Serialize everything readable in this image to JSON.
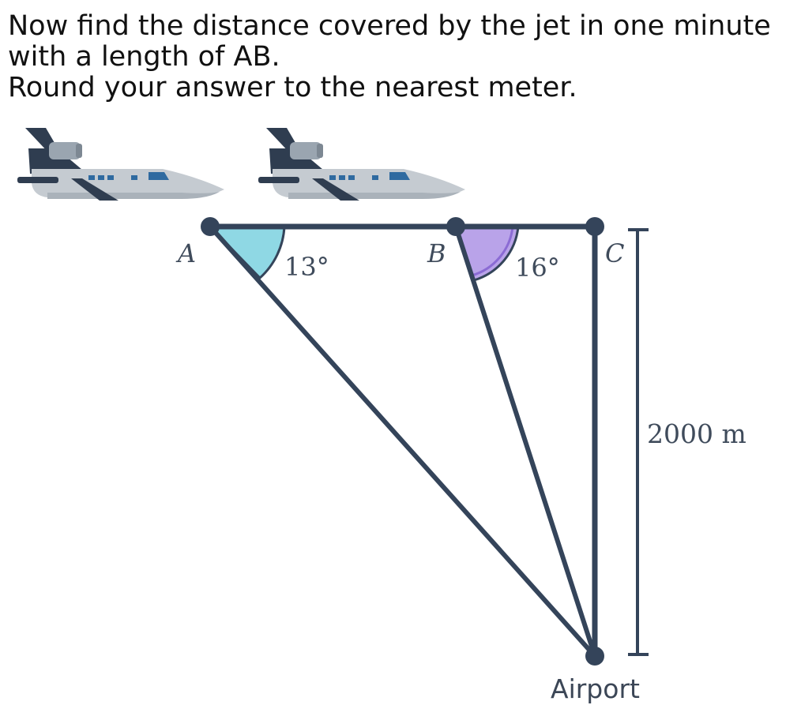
{
  "question": {
    "line1": "Now find the distance covered by the jet in one minute",
    "line2": "with a length of AB.",
    "line3": "Round your answer to the nearest meter."
  },
  "diagram": {
    "points": {
      "a": "A",
      "b": "B",
      "c": "C",
      "airport": "Airport"
    },
    "angles": {
      "at_a": "13°",
      "at_b": "16°"
    },
    "height_label": "2000 m",
    "colors": {
      "line": "#34445a",
      "angle_a_fill": "#8fd8e4",
      "angle_b_fill": "#b9a3e9",
      "angle_b_stroke": "#8b6bd4",
      "label": "#3f4b5b"
    }
  }
}
